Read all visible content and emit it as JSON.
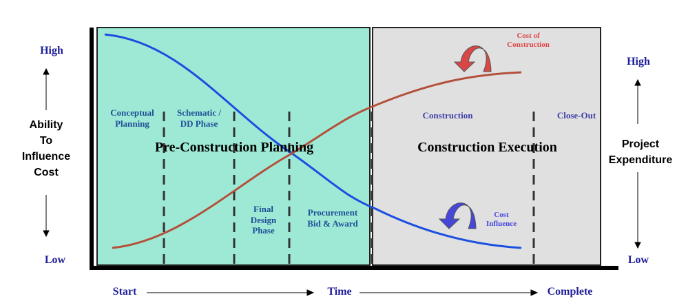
{
  "left_axis": {
    "high": "High",
    "low": "Low",
    "label": "Ability\nTo\nInfluence\nCost"
  },
  "right_axis": {
    "high": "High",
    "low": "Low",
    "label": "Project\nExpenditure"
  },
  "bottom_axis": {
    "start": "Start",
    "time": "Time",
    "complete": "Complete"
  },
  "regions": {
    "pre": "Pre-Construction Planning",
    "exec": "Construction Execution"
  },
  "phases": {
    "conceptual": "Conceptual Planning",
    "schematic": "Schematic / DD Phase",
    "final": "Final Design Phase",
    "procurement": "Procurement Bid & Award",
    "construction": "Construction",
    "closeout": "Close-Out"
  },
  "curves": {
    "cost_construction": "Cost of Construction",
    "cost_influence": "Cost Influence"
  },
  "colors": {
    "pre_bg": "#9ee9d6",
    "exec_bg": "#e0e0e0",
    "influence": "#1a4fe0",
    "cost": "#d64a3a"
  }
}
